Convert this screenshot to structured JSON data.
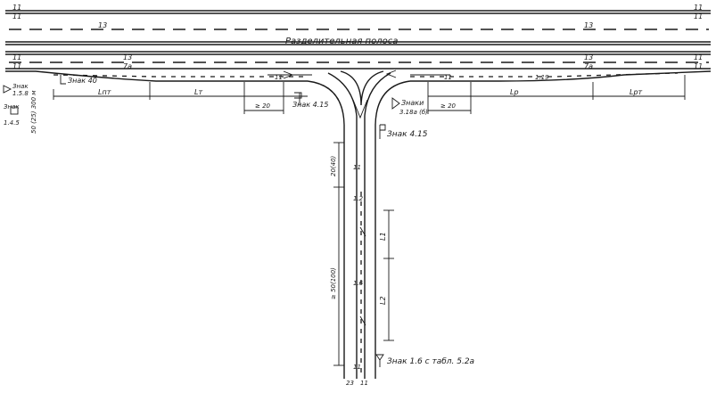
{
  "labels": {
    "mark_11": "11",
    "mark_13": "13",
    "mark_13_7a": "13",
    "mark_7a": "7а",
    "mark_19": "1.19",
    "mark_12": "1.2",
    "mark_16": "1.6",
    "mark_23": "23",
    "median": "Разделительная полоса",
    "sign_40": "Знак 40",
    "sign_415_left": "Знак 4.15",
    "sign_415_right": "Знак 4.15",
    "sign_318": "Знаки",
    "sign_318b": "3.18а (б)",
    "sign_16_tab": "Знак 1.6 с табл. 5.2а",
    "sign_158": "Знак",
    "sign_158b": "1.5.8",
    "sign_145": "Знак",
    "sign_145b": "1.4.5",
    "dist_left": "50 (25) 300 м",
    "dim_lpr": "Lпт",
    "dim_lr": "Lт",
    "dim_lp": "Lр",
    "dim_lpr_r": "Lрт",
    "dim_ge20_left": "≥ 20",
    "dim_ge20_right": "≥ 20",
    "dim_20_40": "20(40)",
    "dim_50_100": "≥ 50(100)",
    "dim_l1": "L1",
    "dim_l2": "L2"
  }
}
